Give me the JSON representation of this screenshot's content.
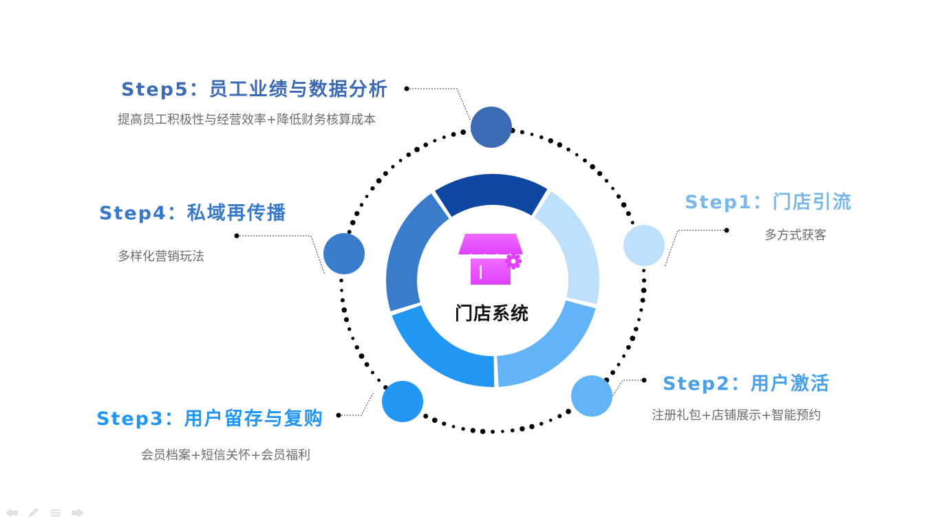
{
  "center": {
    "label": "门店系统",
    "icon": "store-settings-icon"
  },
  "colors": {
    "step1": "#7ab8e8",
    "step2": "#4aa0e6",
    "step3": "#2196f3",
    "step4": "#3a78c8",
    "step5": "#3d6bb3",
    "ring_s1": "#bfe0fa",
    "ring_s2": "#62b4f6",
    "ring_s3": "#2196f3",
    "ring_s4": "#3a7ccc",
    "ring_s5": "#0d47a1",
    "icon": "#e040fb"
  },
  "steps": [
    {
      "title": "Step1：门店引流",
      "desc": "多方式获客"
    },
    {
      "title": "Step2：用户激活",
      "desc": "注册礼包+店铺展示+智能预约"
    },
    {
      "title": "Step3：用户留存与复购",
      "desc": "会员档案+短信关怀+会员福利"
    },
    {
      "title": "Step4：私域再传播",
      "desc": "多样化营销玩法"
    },
    {
      "title": "Step5：员工业绩与数据分析",
      "desc": "提高员工积极性与经营效率+降低财务核算成本"
    }
  ],
  "nav": {
    "icons": [
      "arrow-left-icon",
      "pen-icon",
      "menu-icon",
      "arrow-right-icon"
    ]
  }
}
